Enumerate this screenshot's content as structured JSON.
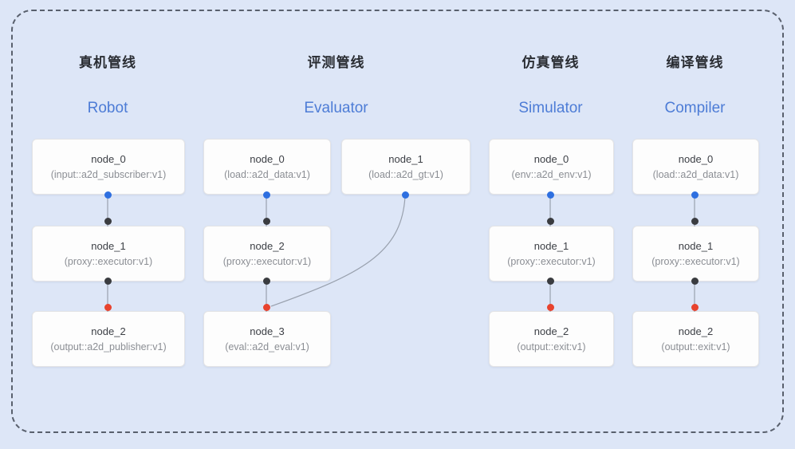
{
  "pipelines": [
    {
      "title_zh": "真机管线",
      "title_en": "Robot",
      "nodes": [
        {
          "name": "node_0",
          "type": "(input::a2d_subscriber:v1)"
        },
        {
          "name": "node_1",
          "type": "(proxy::executor:v1)"
        },
        {
          "name": "node_2",
          "type": "(output::a2d_publisher:v1)"
        }
      ]
    },
    {
      "title_zh": "评测管线",
      "title_en": "Evaluator",
      "nodes": [
        {
          "name": "node_0",
          "type": "(load::a2d_data:v1)"
        },
        {
          "name": "node_1",
          "type": "(load::a2d_gt:v1)"
        },
        {
          "name": "node_2",
          "type": "(proxy::executor:v1)"
        },
        {
          "name": "node_3",
          "type": "(eval::a2d_eval:v1)"
        }
      ]
    },
    {
      "title_zh": "仿真管线",
      "title_en": "Simulator",
      "nodes": [
        {
          "name": "node_0",
          "type": "(env::a2d_env:v1)"
        },
        {
          "name": "node_1",
          "type": "(proxy::executor:v1)"
        },
        {
          "name": "node_2",
          "type": "(output::exit:v1)"
        }
      ]
    },
    {
      "title_zh": "编译管线",
      "title_en": "Compiler",
      "nodes": [
        {
          "name": "node_0",
          "type": "(load::a2d_data:v1)"
        },
        {
          "name": "node_1",
          "type": "(proxy::executor:v1)"
        },
        {
          "name": "node_2",
          "type": "(output::exit:v1)"
        }
      ]
    }
  ],
  "colors": {
    "background": "#dde6f7",
    "accent_blue": "#4d7cd6",
    "port_out": "#2e6fe0",
    "port_in": "#3a3c40",
    "port_final": "#e8432e"
  }
}
